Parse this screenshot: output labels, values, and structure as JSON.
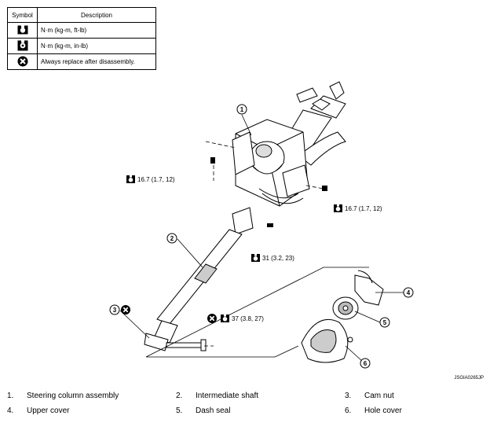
{
  "legend": {
    "header_symbol": "Symbol",
    "header_description": "Description",
    "rows": [
      {
        "icon": "torque-wrench-icon",
        "text": "N·m (kg-m, ft-lb)"
      },
      {
        "icon": "torque-wrench-inlb-icon",
        "text": "N·m (kg-m, in-lb)"
      },
      {
        "icon": "replace-x-icon",
        "text": "Always replace after disassembly."
      }
    ]
  },
  "torques": {
    "t1": "16.7 (1.7, 12)",
    "t2": "16.7 (1.7, 12)",
    "t3": "31 (3.2, 23)",
    "t4": "37 (3.8, 27)"
  },
  "callouts": [
    "1",
    "2",
    "3",
    "4",
    "5",
    "6"
  ],
  "figure_id": "JSGIA0265JP",
  "parts": [
    {
      "no": "1.",
      "name": "Steering column assembly"
    },
    {
      "no": "2.",
      "name": "Intermediate shaft"
    },
    {
      "no": "3.",
      "name": "Cam nut"
    },
    {
      "no": "4.",
      "name": "Upper cover"
    },
    {
      "no": "5.",
      "name": "Dash seal"
    },
    {
      "no": "6.",
      "name": "Hole cover"
    }
  ]
}
